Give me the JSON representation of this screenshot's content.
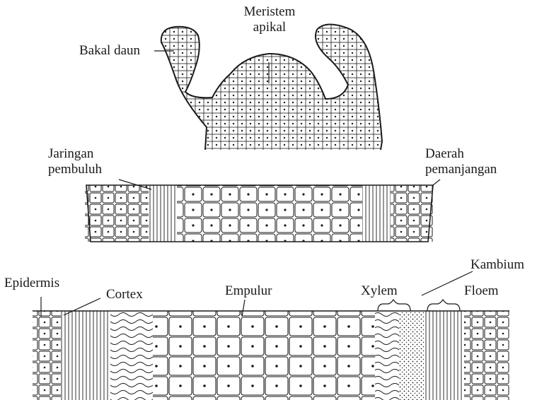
{
  "labels": {
    "meristem_line1": "Meristem",
    "meristem_line2": "apikal",
    "bakal_daun": "Bakal daun",
    "jaringan_line1": "Jaringan",
    "jaringan_line2": "pembuluh",
    "daerah_line1": "Daerah",
    "daerah_line2": "pemanjangan",
    "kambium": "Kambium",
    "epidermis": "Epidermis",
    "cortex": "Cortex",
    "empulur": "Empulur",
    "xylem": "Xylem",
    "floem": "Floem"
  },
  "colors": {
    "ink": "#1a1a1a",
    "paper": "#ffffff"
  }
}
